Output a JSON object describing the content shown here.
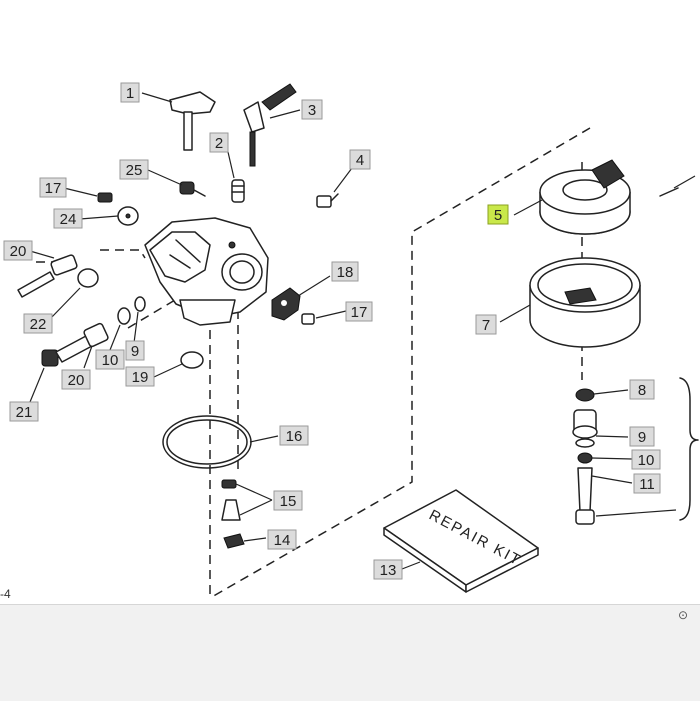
{
  "callouts": [
    {
      "id": "c1",
      "text": "1"
    },
    {
      "id": "c2",
      "text": "2"
    },
    {
      "id": "c3",
      "text": "3"
    },
    {
      "id": "c4",
      "text": "4"
    },
    {
      "id": "c5",
      "text": "5",
      "highlight": "#c9e84a"
    },
    {
      "id": "c7",
      "text": "7"
    },
    {
      "id": "c8",
      "text": "8"
    },
    {
      "id": "c9r",
      "text": "9"
    },
    {
      "id": "c10r",
      "text": "10"
    },
    {
      "id": "c11",
      "text": "11"
    },
    {
      "id": "c13",
      "text": "13"
    },
    {
      "id": "c14",
      "text": "14"
    },
    {
      "id": "c15",
      "text": "15"
    },
    {
      "id": "c16",
      "text": "16"
    },
    {
      "id": "c17a",
      "text": "17"
    },
    {
      "id": "c17b",
      "text": "17"
    },
    {
      "id": "c18",
      "text": "18"
    },
    {
      "id": "c19",
      "text": "19"
    },
    {
      "id": "c20a",
      "text": "20"
    },
    {
      "id": "c20b",
      "text": "20"
    },
    {
      "id": "c21",
      "text": "21"
    },
    {
      "id": "c22",
      "text": "22"
    },
    {
      "id": "c24",
      "text": "24"
    },
    {
      "id": "c25",
      "text": "25"
    },
    {
      "id": "c10l",
      "text": "10"
    },
    {
      "id": "c9l",
      "text": "9"
    }
  ],
  "repair_kit_label": "REPAIR KIT",
  "corner_text": "-4",
  "bar_icon": "chevron-circle-icon",
  "accent_color": "#c9e84a"
}
